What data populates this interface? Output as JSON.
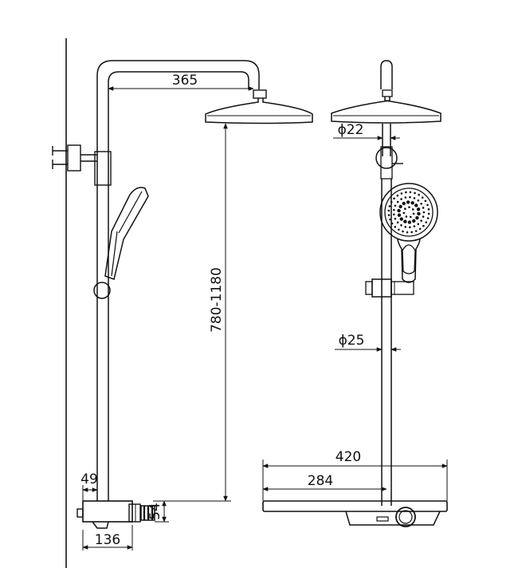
{
  "dimensions": {
    "arm_reach": "365",
    "height_range": "780-1180",
    "head_pipe_diameter": "ϕ22",
    "riser_diameter": "ϕ25",
    "total_width": "420",
    "to_riser_width": "284",
    "wall_offset": "49",
    "valve_height": "54",
    "valve_depth": "136"
  },
  "colors": {
    "line": "#111111",
    "background": "#ffffff"
  }
}
